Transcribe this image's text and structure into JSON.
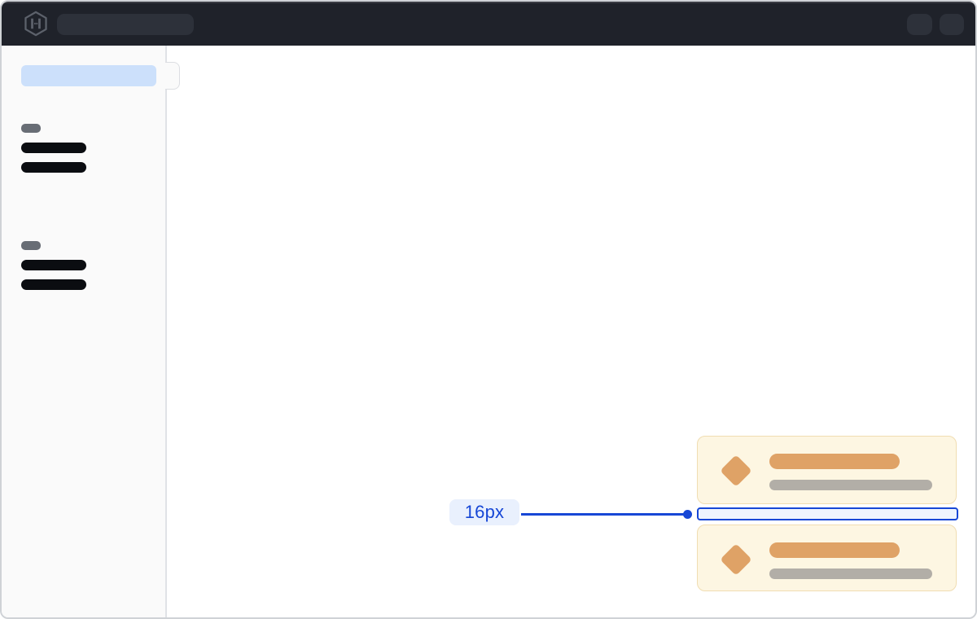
{
  "colors": {
    "window-border": "#cfd2d6",
    "topbar-bg": "#1f222a",
    "topbar-pill": "#2d313a",
    "logo-gray": "#5c616b",
    "sidebar-bg": "#fafafa",
    "sidebar-border": "#e0e2e6",
    "toggle-border": "#dcdee2",
    "active-pill": "#cce0fb",
    "label-gray": "#686d75",
    "item-black": "#0b0d11",
    "main-bg": "#ffffff",
    "card-bg": "#fdf6e2",
    "card-border": "#f0ddb2",
    "diamond": "#dfa266",
    "bar-gray": "#b2aea7",
    "accent": "#1747d6",
    "accent-light": "#e9f0fd",
    "gap-fill": "#eef4fe"
  },
  "topbar": {
    "logo_icon": "hashicorp-logo-icon",
    "search_placeholder": "search-placeholder-pill",
    "actions": [
      "action-placeholder-1",
      "action-placeholder-2"
    ]
  },
  "sidebar": {
    "active_item": "active-nav-placeholder",
    "toggle": "sidebar-collapse-toggle",
    "groups": [
      {
        "label": "section-label-placeholder",
        "item_count": 2
      },
      {
        "label": "section-label-placeholder",
        "item_count": 2
      }
    ]
  },
  "main": {
    "list_items": [
      {
        "icon": "diamond-icon",
        "title_bar": "title-placeholder",
        "subtitle_bar": "subtitle-placeholder"
      },
      {
        "icon": "diamond-icon",
        "title_bar": "title-placeholder",
        "subtitle_bar": "subtitle-placeholder"
      }
    ]
  },
  "annotation": {
    "label": "16px",
    "target": "gap-between-list-items"
  }
}
